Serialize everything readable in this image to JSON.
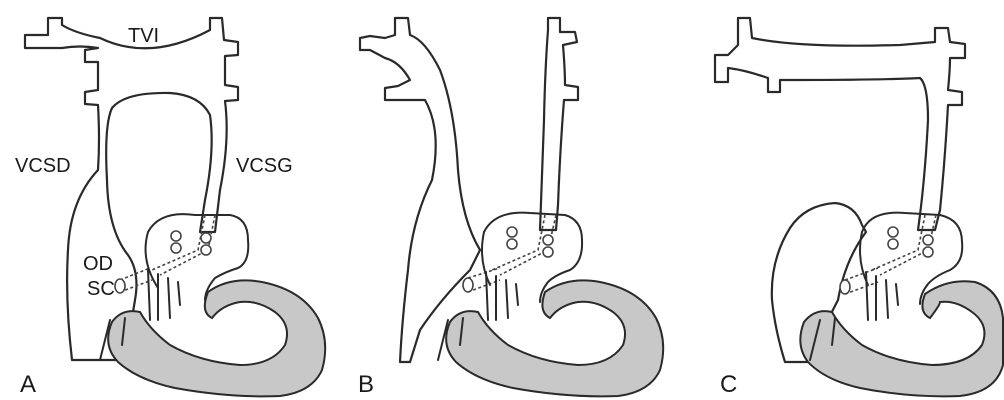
{
  "labels": {
    "tvi": "TVI",
    "vcsd": "VCSD",
    "vcsg": "VCSG",
    "od": "OD",
    "sc": "SC"
  },
  "panels": [
    {
      "letter": "A"
    },
    {
      "letter": "B"
    },
    {
      "letter": "C"
    }
  ],
  "colors": {
    "stroke": "#2a2a2a",
    "myocardium": "#c8c8c8",
    "background": "#ffffff"
  }
}
